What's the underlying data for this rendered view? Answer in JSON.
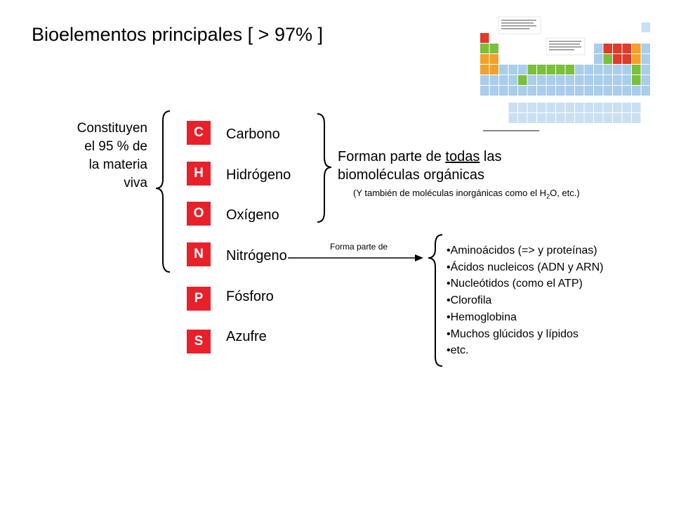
{
  "title": "Bioelementos principales [ > 97% ]",
  "constituyen": [
    "Constituyen",
    "el 95 % de",
    "la materia",
    "viva"
  ],
  "elements": [
    {
      "symbol": "C",
      "name": "Carbono"
    },
    {
      "symbol": "H",
      "name": "Hidrógeno"
    },
    {
      "symbol": "O",
      "name": "Oxígeno"
    },
    {
      "symbol": "N",
      "name": "Nitrógeno"
    },
    {
      "symbol": "P",
      "name": "Fósforo"
    },
    {
      "symbol": "S",
      "name": "Azufre"
    }
  ],
  "organic": {
    "line1_pre": "Forman parte de ",
    "line1_underlined": "todas",
    "line1_post": " las",
    "line2": "biomoléculas orgánicas",
    "note_pre": "(Y también de moléculas inorgánicas como el H",
    "note_sub1": "2",
    "note_mid": "O, etc.)"
  },
  "nitrogen_arrow_label": "Forma parte de",
  "molecules": [
    "•Aminoácidos (=> y proteínas)",
    "•Ácidos nucleicos (ADN y ARN)",
    "•Nucleótidos (como el ATP)",
    "•Clorofila",
    "•Hemoglobina",
    "•Muchos glúcidos y lípidos",
    "•etc."
  ],
  "colors": {
    "element_box": "#e8202a",
    "bracket": "#000000"
  }
}
